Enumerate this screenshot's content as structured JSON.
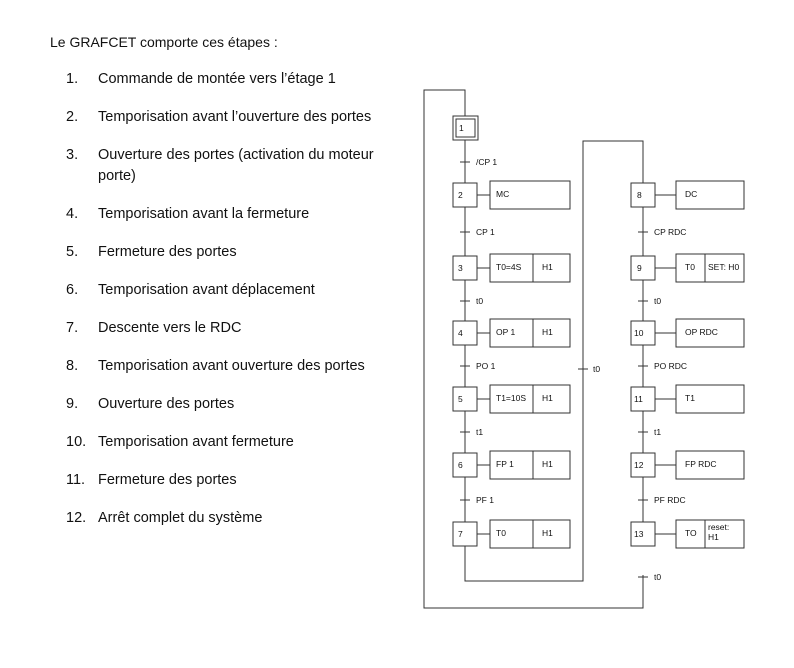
{
  "intro": "Le GRAFCET comporte ces étapes :",
  "steps": [
    {
      "num": "1.",
      "text": "Commande de montée vers l’étage 1"
    },
    {
      "num": "2.",
      "text": "Temporisation avant l’ouverture des portes"
    },
    {
      "num": "3.",
      "text": "Ouverture des portes (activation du moteur porte)"
    },
    {
      "num": "4.",
      "text": "Temporisation avant la fermeture"
    },
    {
      "num": "5.",
      "text": "Fermeture des portes"
    },
    {
      "num": "6.",
      "text": "Temporisation avant déplacement"
    },
    {
      "num": "7.",
      "text": "Descente vers le RDC"
    },
    {
      "num": "8.",
      "text": "Temporisation avant ouverture des portes"
    },
    {
      "num": "9.",
      "text": "Ouverture des portes"
    },
    {
      "num": "10.",
      "text": "Temporisation avant fermeture"
    },
    {
      "num": "11.",
      "text": "Fermeture des portes"
    },
    {
      "num": "12.",
      "text": "Arrêt complet du système"
    }
  ],
  "grafcet": {
    "initial_step": "1",
    "left_branch": {
      "steps": [
        "2",
        "3",
        "4",
        "5",
        "6",
        "7"
      ],
      "actions": [
        [
          "MC"
        ],
        [
          "T0=4S",
          "H1"
        ],
        [
          "OP 1",
          "H1"
        ],
        [
          "T1=10S",
          "H1"
        ],
        [
          "FP 1",
          "H1"
        ],
        [
          "T0",
          "H1"
        ]
      ],
      "transitions": [
        "/CP 1",
        "CP 1",
        "t0",
        "PO 1",
        "t1",
        "PF 1"
      ]
    },
    "right_branch": {
      "steps": [
        "8",
        "9",
        "10",
        "11",
        "12",
        "13"
      ],
      "actions": [
        [
          "DC"
        ],
        [
          "T0",
          "SET: H0"
        ],
        [
          "OP RDC"
        ],
        [
          "T1"
        ],
        [
          "FP RDC"
        ],
        [
          "TO",
          "reset: H1"
        ]
      ],
      "transitions": [
        "CP RDC",
        "t0",
        "PO RDC",
        "t1",
        "PF RDC",
        "t0"
      ]
    },
    "link_transition": "t0"
  }
}
